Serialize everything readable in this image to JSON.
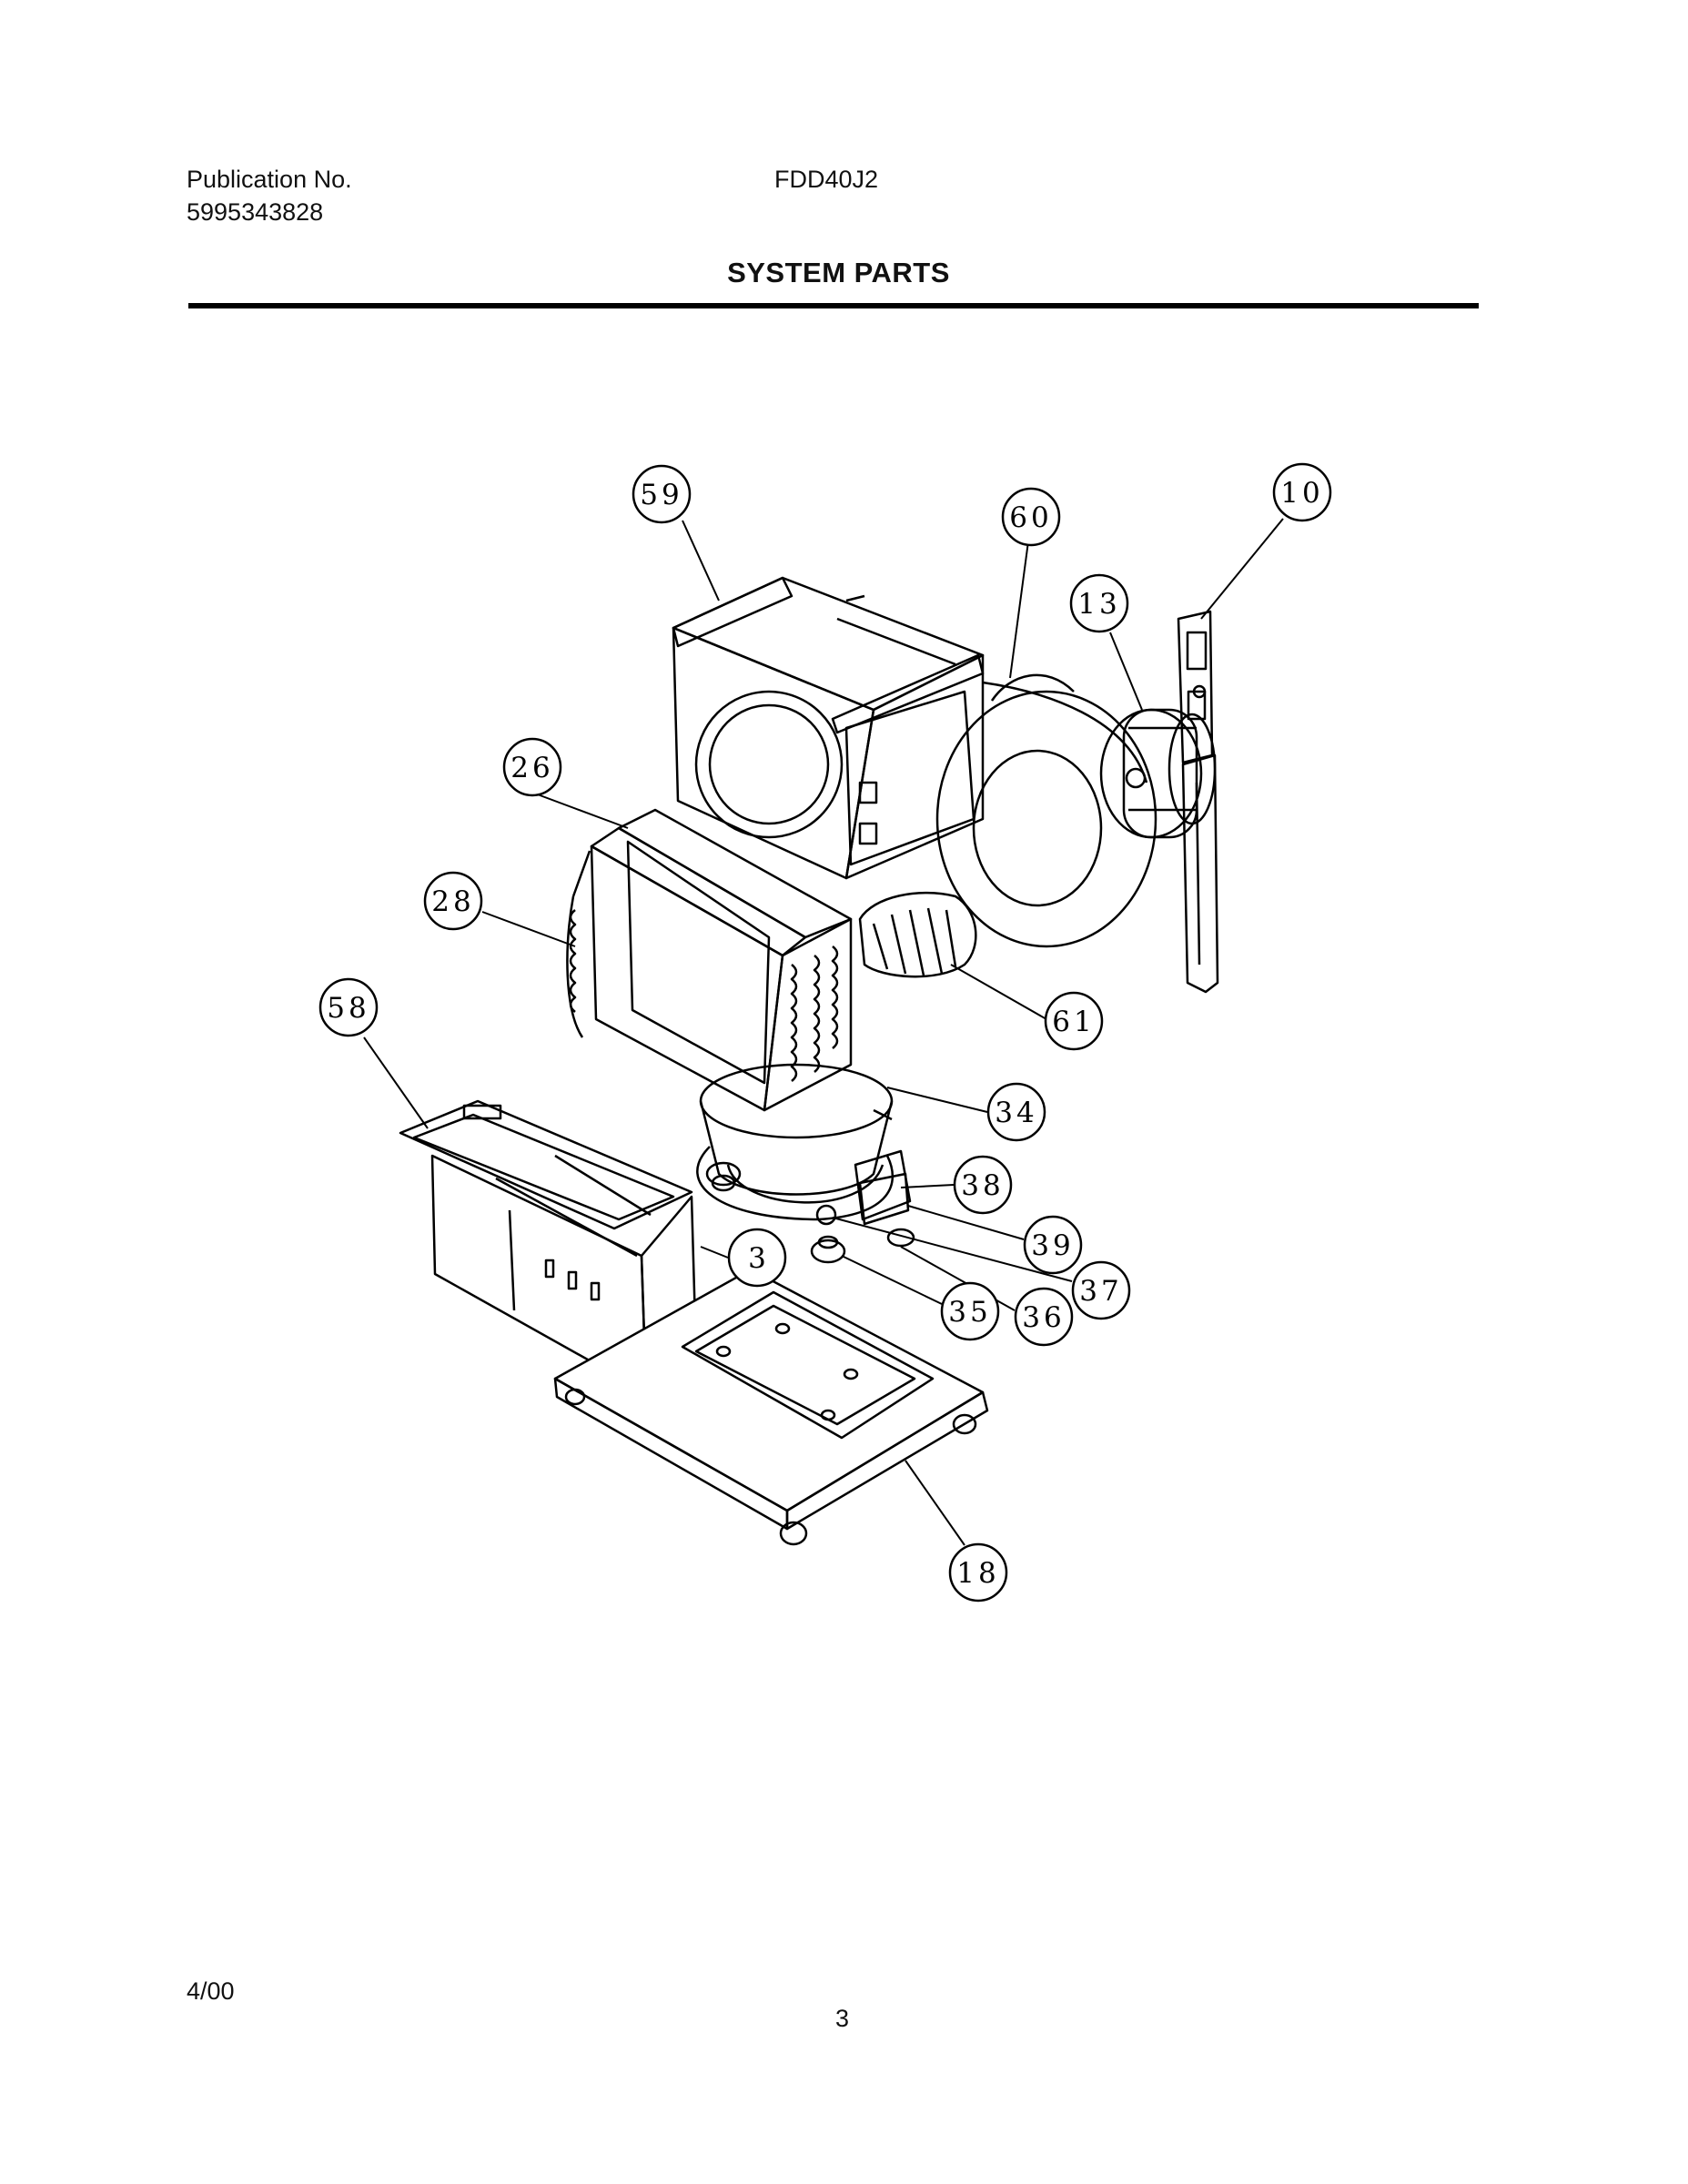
{
  "header": {
    "publication_label": "Publication No.",
    "publication_number": "5995343828",
    "model": "FDD40J2",
    "title": "SYSTEM PARTS"
  },
  "footer": {
    "date": "4/00",
    "page": "3"
  },
  "callouts": [
    "59",
    "60",
    "10",
    "13",
    "26",
    "28",
    "58",
    "61",
    "34",
    "38",
    "39",
    "37",
    "3",
    "35",
    "36",
    "18"
  ]
}
